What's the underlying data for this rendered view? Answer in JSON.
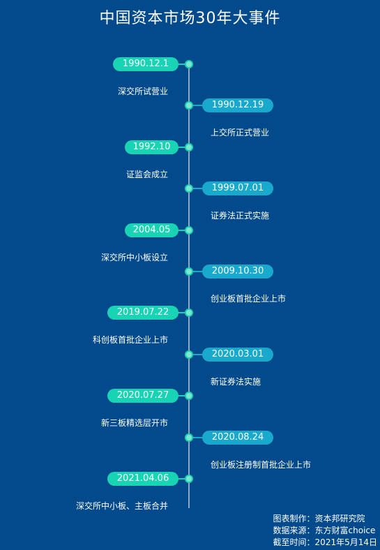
{
  "title": "中国资本市场30年大事件",
  "events": [
    {
      "date": "1990.12.1",
      "text": "深交所试营业",
      "side": "left"
    },
    {
      "date": "1990.12.19",
      "text": "上交所正式营业",
      "side": "right"
    },
    {
      "date": "1992.10",
      "text": "证监会成立",
      "side": "left"
    },
    {
      "date": "1999.07.01",
      "text": "证券法正式实施",
      "side": "right"
    },
    {
      "date": "2004.05",
      "text": "深交所中小板设立",
      "side": "left"
    },
    {
      "date": "2009.10.30",
      "text": "创业板首批企业上市",
      "side": "right"
    },
    {
      "date": "2019.07.22",
      "text": "科创板首批企业上市",
      "side": "left"
    },
    {
      "date": "2020.03.01",
      "text": "新证券法实施",
      "side": "right"
    },
    {
      "date": "2020.07.27",
      "text": "新三板精选层开市",
      "side": "left"
    },
    {
      "date": "2020.08.24",
      "text": "创业板注册制首批企业上市",
      "side": "right"
    },
    {
      "date": "2021.04.06",
      "text": "深交所中小板、主板合并",
      "side": "left"
    }
  ],
  "footer": {
    "line1": "图表制作：资本邦研究院",
    "line2": "数据来源：东方财富choice",
    "line3": "截至时间：2021年5月14日"
  },
  "colors": {
    "background": "#024a8b",
    "left_pill": "#19d4b4",
    "right_pill": "#18a9cc",
    "spine": "#8fa8c4"
  }
}
